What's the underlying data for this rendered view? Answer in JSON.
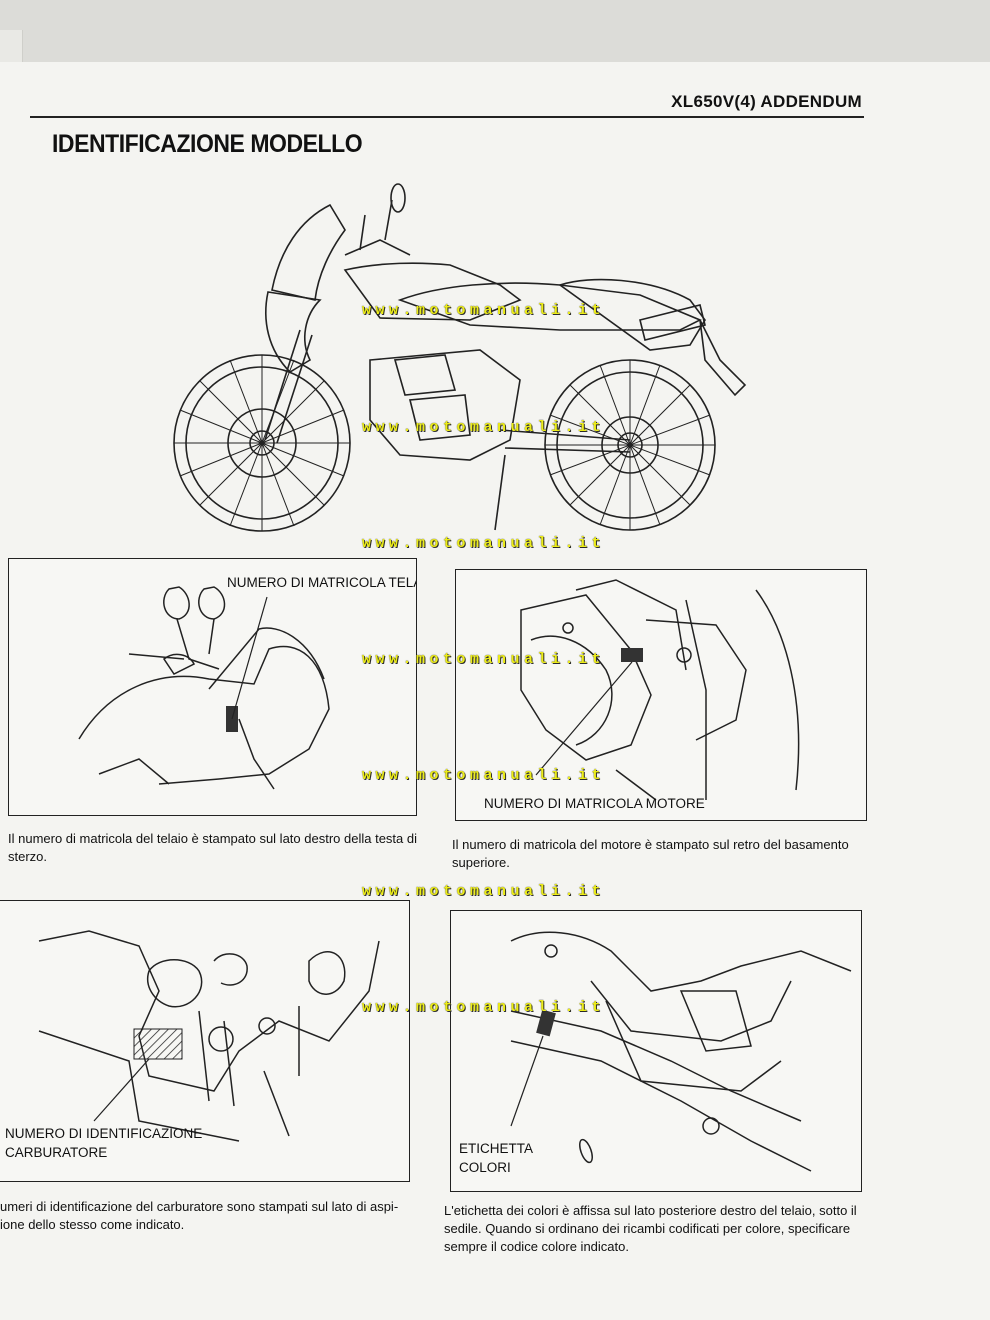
{
  "header": {
    "title": "XL650V(4) ADDENDUM"
  },
  "section": {
    "title": "IDENTIFICAZIONE MODELLO"
  },
  "watermark": {
    "text": "www.motomanuali.it"
  },
  "figures": {
    "frame": {
      "label": "NUMERO DI MATRICOLA TELAIO",
      "caption": "Il numero di matricola del telaio è stampato sul lato destro della testa di sterzo."
    },
    "engine": {
      "label": "NUMERO DI MATRICOLA MOTORE",
      "caption": "Il numero di matricola del motore è stampato sul retro del basamento superiore."
    },
    "carburetor": {
      "label_line1": "NUMERO DI IDENTIFICAZIONE",
      "label_line2": "CARBURATORE",
      "caption": "umeri di identificazione del carburatore sono stampati sul lato di aspi-ione dello stesso come indicato."
    },
    "color": {
      "label_line1": "ETICHETTA",
      "label_line2": "COLORI",
      "caption": "L'etichetta dei colori è affissa sul lato posteriore destro del telaio, sotto il sedile. Quando si ordinano dei ricambi codificati per colore, specificare sempre il codice colore indicato."
    }
  }
}
